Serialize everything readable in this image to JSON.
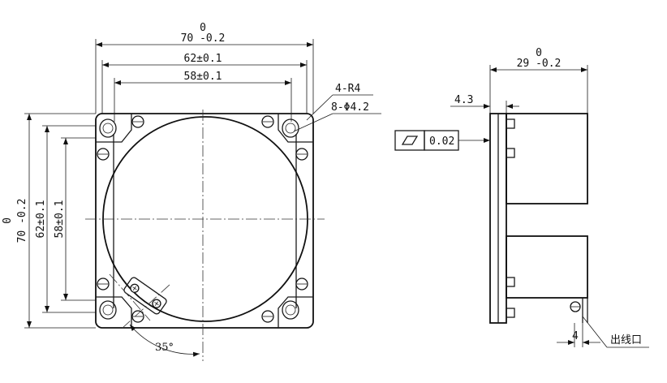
{
  "front_view": {
    "dim_overall_width": {
      "upper": "0",
      "value": "70 -0.2"
    },
    "dim_mount_pitch": "62±0.1",
    "dim_inner_pitch": "58±0.1",
    "dim_overall_height": {
      "upper": "0",
      "value": "70 -0.2"
    },
    "dim_mount_pitch_vertical": "62±0.1",
    "dim_inner_pitch_vertical": "58±0.1",
    "corner_radius_callout": "4-R4",
    "hole_callout": "8-Φ4.2",
    "angle_label": "35°"
  },
  "side_view": {
    "dim_depth": {
      "upper": "0",
      "value": "29 -0.2"
    },
    "dim_flange": "4.3",
    "flatness_value": "0.02",
    "dim_outlet": "4",
    "outlet_label": "出线口"
  }
}
